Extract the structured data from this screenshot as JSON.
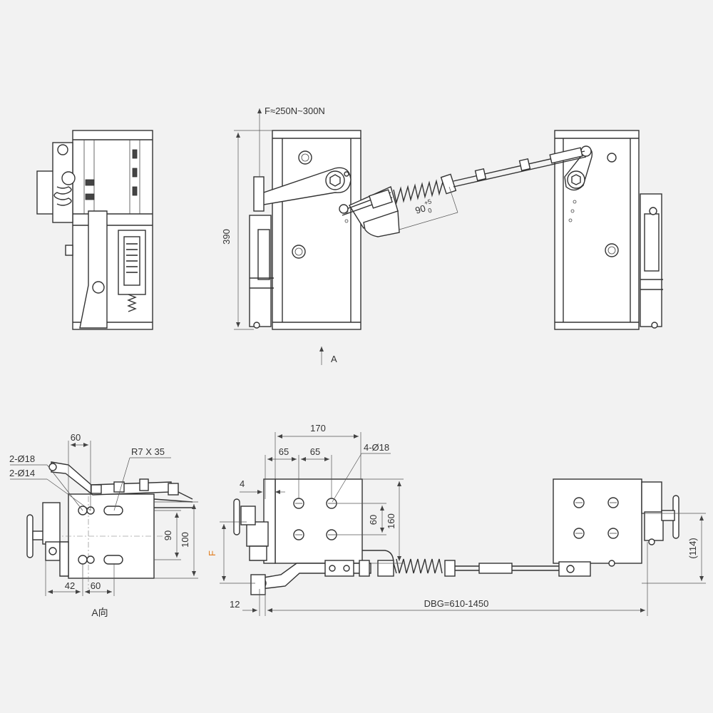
{
  "labels": {
    "force": "F≈250N~300N",
    "view_arrow": "A",
    "view_a_caption": "A向",
    "angle_base": "90",
    "angle_tol_upper": "+5",
    "angle_tol_lower": "0",
    "dim_390": "390",
    "dim_170": "170",
    "dim_65a": "65",
    "dim_65b": "65",
    "dim_4": "4",
    "holes_4x18": "4-Ø18",
    "dim_60_vert": "60",
    "dim_160": "160",
    "dim_f": "F",
    "dim_12": "12",
    "dim_dbg": "DBG=610-1450",
    "dim_114": "(114)",
    "dim_60_top": "60",
    "holes_2x18": "2-Ø18",
    "holes_2x14": "2-Ø14",
    "slot_r7": "R7 X 35",
    "dim_90": "90",
    "dim_100": "100",
    "dim_42": "42",
    "dim_60_bottom": "60"
  },
  "colors": {
    "line": "#333333",
    "background": "#f2f2f2",
    "accent_f": "#e07b1a"
  }
}
